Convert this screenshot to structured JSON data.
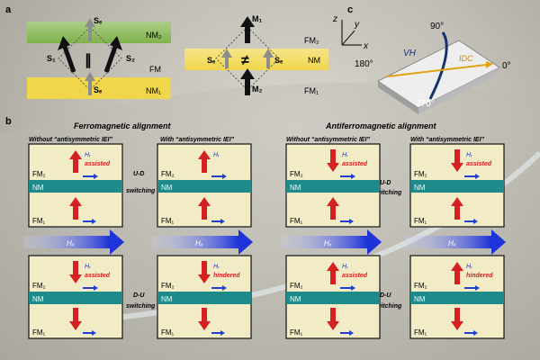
{
  "panel_labels": {
    "a": "a",
    "b": "b",
    "c": "c"
  },
  "panel_a": {
    "left": {
      "top_layer": "NM₂",
      "mid_layer": "FM",
      "bottom_layer": "NM₁",
      "top_spin": "Sₑ",
      "bottom_spin": "Sₑ",
      "left_moment": "S₁",
      "right_moment": "S₂",
      "symbol": "∥"
    },
    "right": {
      "top_layer": "FM₂",
      "mid_layer": "NM",
      "bottom_layer": "FM₁",
      "top_moment": "M₁",
      "bottom_moment": "M₂",
      "left_spin": "Sₑ",
      "right_spin": "Sₑ",
      "symbol": "≠"
    }
  },
  "panel_c": {
    "axis_z": "z",
    "axis_y": "y",
    "axis_x": "x",
    "angle_90": "90°",
    "angle_180": "180°",
    "angle_0": "0°",
    "angle_270": "270°",
    "voltage": "VH",
    "current": "IDC"
  },
  "panel_b": {
    "ferro_title": "Ferromagnetic alignment",
    "antiferro_title": "Antiferromagnetic alignment",
    "col_without": "Without “antisymmetric IEI”",
    "col_with": "With “antisymmetric IEI”",
    "ud_switch": [
      "U-D",
      "switching"
    ],
    "du_switch": [
      "D-U",
      "switching"
    ],
    "hx_label": "Hₓ",
    "hm_label": "Hᵣ",
    "layer_fm2": "FM₂",
    "layer_nm": "NM",
    "layer_fm1": "FM₁",
    "assisted": "assisted",
    "hindered": "hindered"
  },
  "colors": {
    "layer_fm": "#f2ecc6",
    "layer_nm": "#1f8a8a",
    "arrow_red": "#d42020",
    "arrow_blue": "#1f3fcc",
    "band_green": "#7fb24a",
    "band_yellow": "#f0d64a"
  }
}
